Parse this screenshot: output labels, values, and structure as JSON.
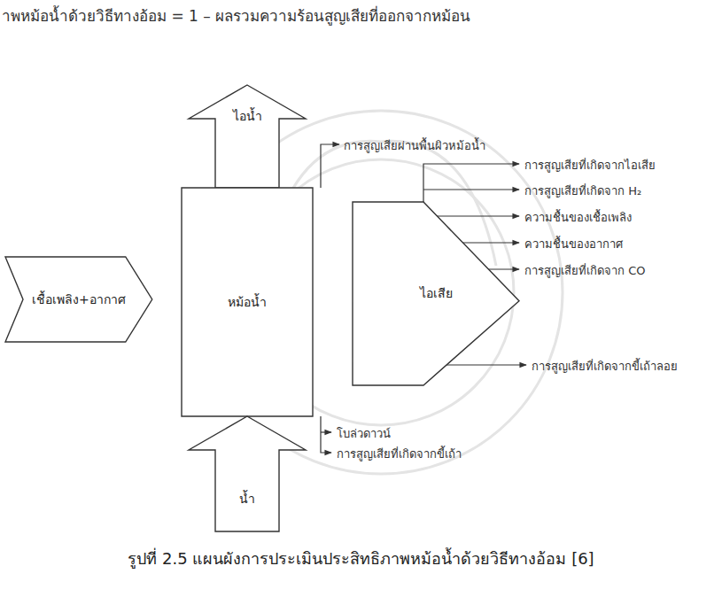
{
  "diagram": {
    "caption": "รูปที่ 2.5 แผนผังการประเมินประสิทธิภาพหม้อน้ำด้วยวิธีทางอ้อม [6]",
    "nodes": [
      {
        "text": [
          "เชื้อเพลิง+อากาศ"
        ]
      },
      {
        "text": [
          "ไอน้ำ"
        ]
      },
      {
        "text": [
          "หม้อน้ำ"
        ]
      },
      {
        "text": [
          "ไอเสีย"
        ]
      },
      {
        "text": [
          "น้ำ"
        ]
      }
    ],
    "labels": [
      "าพหม้อน้ำด้วยวิธีทางอ้อม = 1 – ผลรวมความร้อนสูญเสียที่ออกจากหม้อน",
      "การสูญเสียผ่านพื้นผิวหม้อน้ำ",
      "การสูญเสียที่เกิดจากไอเสีย",
      "การสูญเสียที่เกิดจาก H₂",
      "ความชื้นของเชื้อเพลิง",
      "ความชื้นของอากาศ",
      "การสูญเสียที่เกิดจาก CO",
      "การสูญเสียที่เกิดจากขี้เถ้าลอย",
      "โบล่วดาวน์",
      "การสูญเสียที่เกิดจากขี้เถ้า"
    ]
  }
}
